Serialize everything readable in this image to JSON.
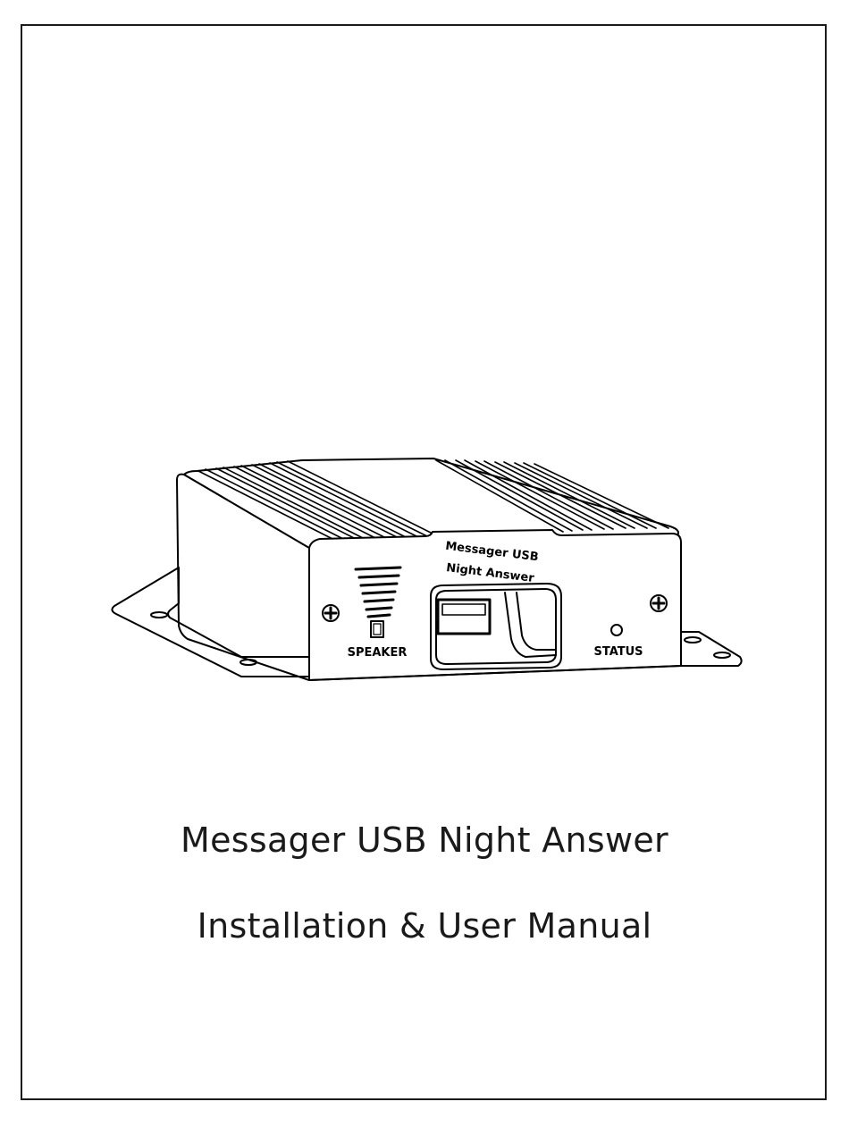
{
  "device": {
    "faceplate_line1": "Messager USB",
    "faceplate_line2": "Night Answer",
    "speaker_label": "SPEAKER",
    "status_label": "STATUS"
  },
  "cover": {
    "product_title": "Messager USB Night Answer",
    "manual_title": "Installation & User Manual"
  }
}
